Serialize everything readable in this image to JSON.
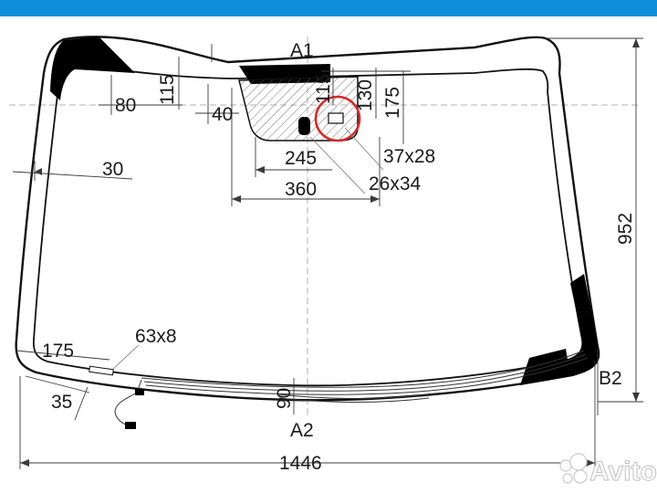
{
  "colors": {
    "top_bar": "#0f8fd8",
    "ink": "#111111",
    "sensor_circle": "#d42a2a",
    "shade_fill": "#000000"
  },
  "labels": {
    "a1": "A1",
    "a2": "A2",
    "b2": "B2",
    "dim_115_left": "115",
    "dim_80": "80",
    "dim_40": "40",
    "dim_115_center": "115",
    "dim_130": "130",
    "dim_175_right": "175",
    "dim_30": "30",
    "dim_245": "245",
    "dim_360": "360",
    "dim_37x28": "37x28",
    "dim_26x34": "26x34",
    "dim_952": "952",
    "dim_63x8": "63x8",
    "dim_175_left": "175",
    "dim_35": "35",
    "dim_90": "90",
    "dim_1446": "1446"
  },
  "watermark": {
    "text": "Avito",
    "icon": "avito-dots-icon"
  }
}
